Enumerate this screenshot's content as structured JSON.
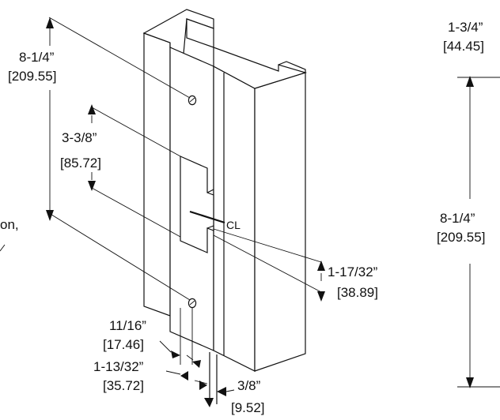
{
  "dimensions": {
    "overall_height_in": "8-1/4”",
    "overall_height_mm": "[209.55]",
    "hole_to_slot_in": "3-3/8”",
    "hole_to_slot_mm": "[85.72]",
    "slot_height_in": "1-17/32”",
    "slot_height_mm": "[38.89]",
    "centerline": "CL",
    "hole_offset_in": "11/16”",
    "hole_offset_mm": "[17.46]",
    "slot_offset_in": "1-13/32”",
    "slot_offset_mm": "[35.72]",
    "lip_depth_in": "3/8”",
    "lip_depth_mm": "[9.52]",
    "side_width_in": "1-3/4”",
    "side_width_mm": "[44.45]",
    "side_height_in": "8-1/4”",
    "side_height_mm": "[209.55]",
    "cut_text_1": "on,"
  }
}
